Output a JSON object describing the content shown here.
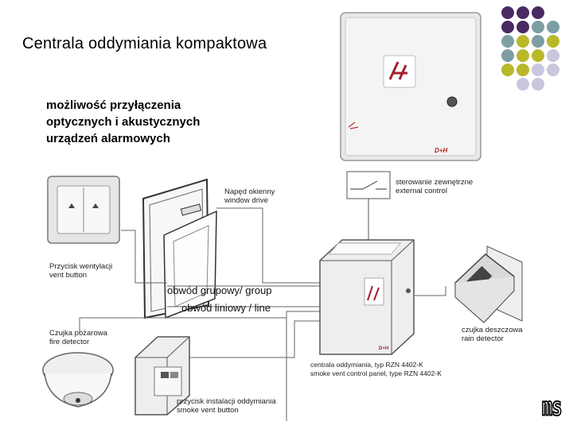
{
  "slide": {
    "title": "Centrala oddymiania kompaktowa",
    "subtitle_lines": [
      "możliwość przyłączenia",
      "optycznych i akustycznych",
      "urządzeń alarmowych"
    ]
  },
  "diagram": {
    "labels": {
      "ext_control_pl": "sterowanie zewnętrzne",
      "ext_control_en": "external control",
      "window_drive_pl": "Napęd okienny",
      "window_drive_en": "window drive",
      "vent_button_pl": "Przycisk wentylacji",
      "vent_button_en": "vent button",
      "group_circuit": "obwód grupowy/ group",
      "line_circuit": "obwód liniowy / line",
      "rain_detector_pl": "czujka deszczowa",
      "rain_detector_en": "rain detector",
      "fire_detector_pl": "Czujka pożarowa",
      "fire_detector_en": "fire detector",
      "panel_pl": "centrala oddymiania, typ RZN 4402-K",
      "panel_en": "smoke vent control panel, type RZN 4402-K",
      "smoke_button_pl": "przycisk instalacji oddymiania",
      "smoke_button_en": "smoke vent button",
      "brand_mark": "D+H",
      "corner_logo": "ms"
    }
  },
  "palette": {
    "purple": "#4a2a63",
    "teal": "#7d9ea3",
    "olive": "#b8b82a",
    "lavender": "#c9c6dd"
  }
}
